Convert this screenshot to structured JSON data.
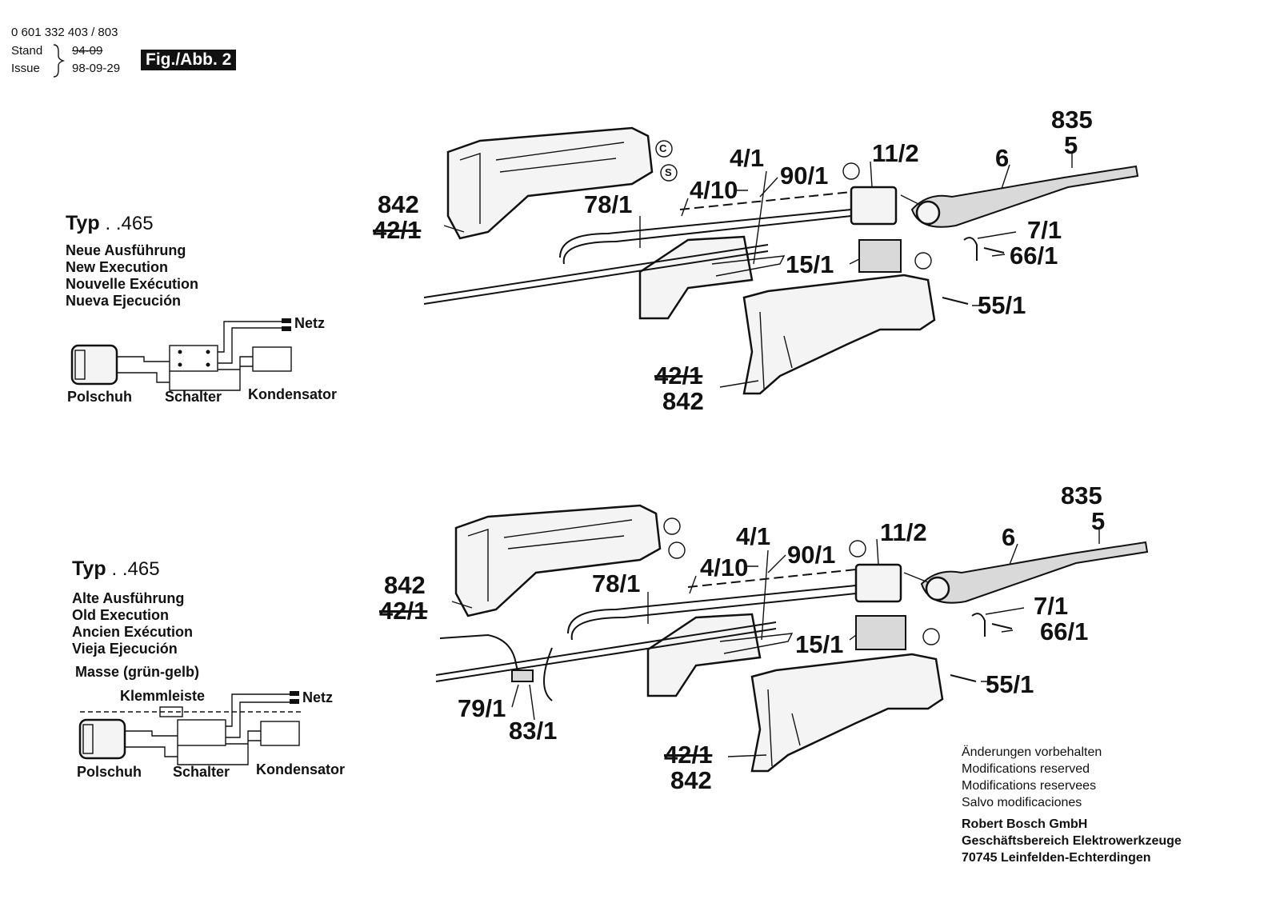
{
  "header": {
    "doc_number": "0 601 332 403 / 803",
    "stand_label": "Stand",
    "issue_label": "Issue",
    "old_date": "94-09",
    "issue_date": "98-09-29",
    "figure_label": "Fig./Abb. 2"
  },
  "section_new": {
    "typ_prefix": "Typ",
    "typ_suffix": ". .465",
    "execution": [
      "Neue Ausführung",
      "New Execution",
      "Nouvelle Exécution",
      "Nueva Ejecución"
    ],
    "wiring": {
      "netz": "Netz",
      "polschuh": "Polschuh",
      "schalter": "Schalter",
      "kondensator": "Kondensator"
    },
    "parts": {
      "p835": "835",
      "p5": "5",
      "p6": "6",
      "p11_2": "11/2",
      "p4_1": "4/1",
      "p90_1": "90/1",
      "p4_10": "4/10",
      "p842_top": "842",
      "p42_1_top": "42/1",
      "p78_1": "78/1",
      "p7_1": "7/1",
      "p66_1": "66/1",
      "p15_1": "15/1",
      "p55_1": "55/1",
      "p42_1_bottom": "42/1",
      "p842_bottom": "842"
    }
  },
  "section_old": {
    "typ_prefix": "Typ",
    "typ_suffix": ". .465",
    "execution": [
      "Alte Ausführung",
      "Old Execution",
      "Ancien Exécution",
      "Vieja Ejecución"
    ],
    "wiring": {
      "masse": "Masse (grün-gelb)",
      "klemmleiste": "Klemmleiste",
      "netz": "Netz",
      "polschuh": "Polschuh",
      "schalter": "Schalter",
      "kondensator": "Kondensator"
    },
    "parts": {
      "p835": "835",
      "p5": "5",
      "p6": "6",
      "p11_2": "11/2",
      "p4_1": "4/1",
      "p90_1": "90/1",
      "p4_10": "4/10",
      "p842_top": "842",
      "p42_1_top": "42/1",
      "p78_1": "78/1",
      "p7_1": "7/1",
      "p66_1": "66/1",
      "p15_1": "15/1",
      "p55_1": "55/1",
      "p79_1": "79/1",
      "p83_1": "83/1",
      "p42_1_bottom": "42/1",
      "p842_bottom": "842"
    }
  },
  "symbols": {
    "c_mark": "C",
    "s_mark": "S"
  },
  "footer": {
    "notes": [
      "Änderungen vorbehalten",
      "Modifications reserved",
      "Modifications reservees",
      "Salvo modificaciones"
    ],
    "company": [
      "Robert Bosch GmbH",
      "Geschäftsbereich Elektrowerkzeuge",
      "70745 Leinfelden-Echterdingen"
    ]
  }
}
